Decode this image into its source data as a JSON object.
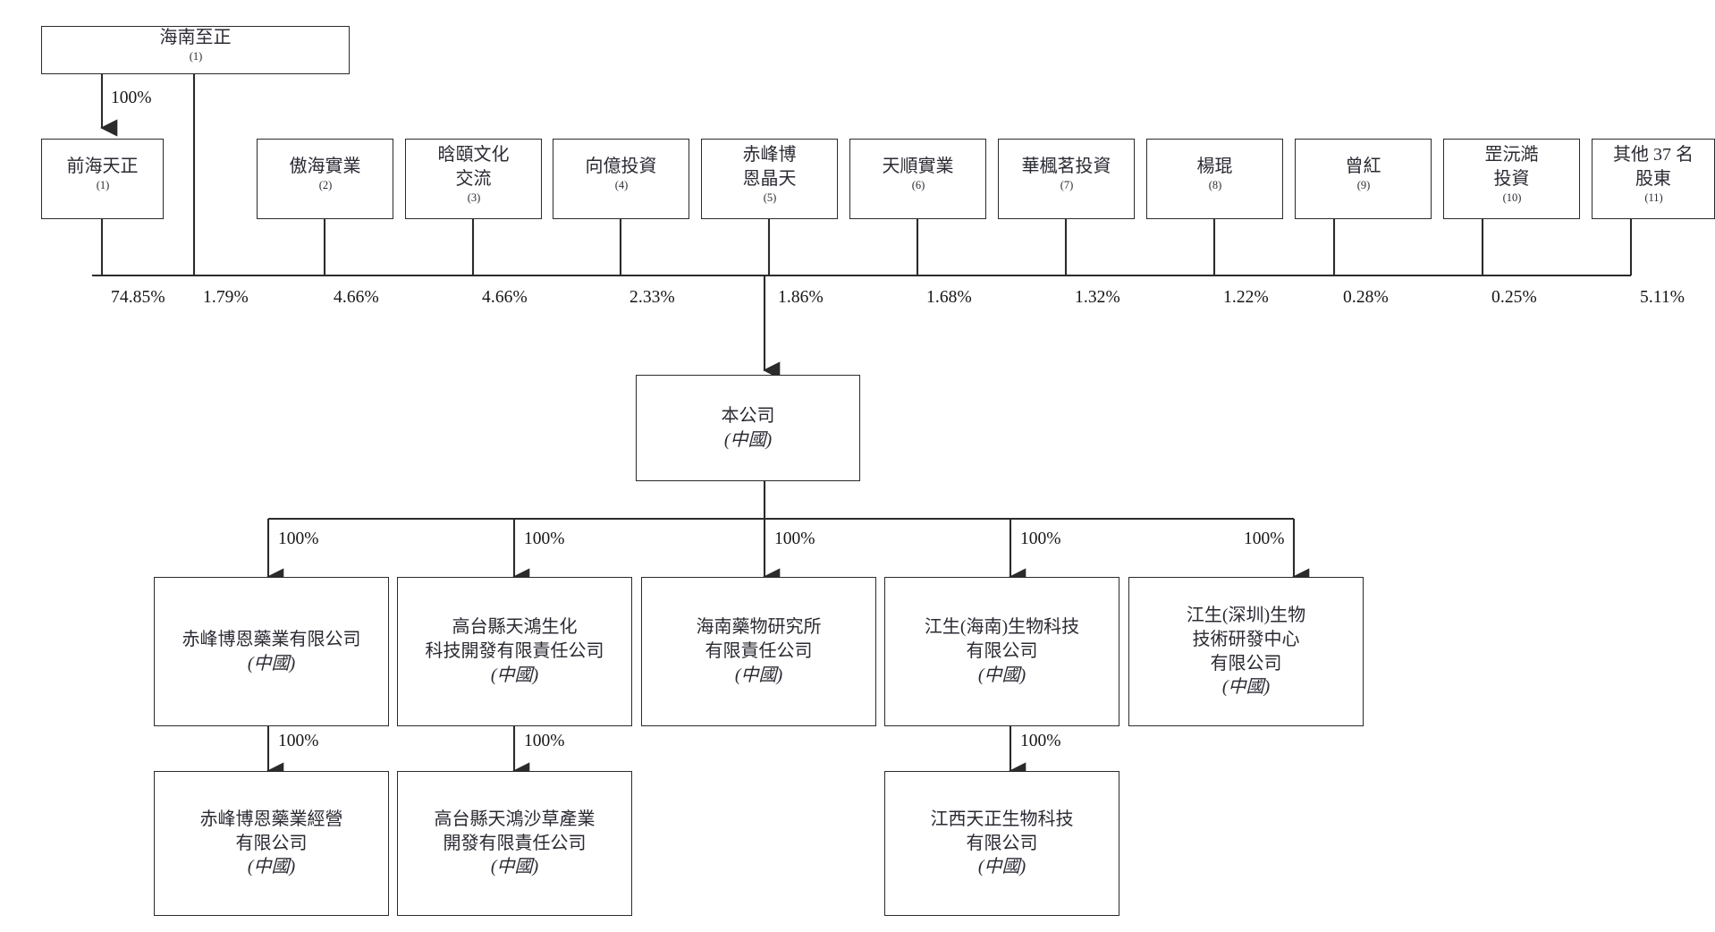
{
  "diagram": {
    "type": "corporate-shareholding-structure",
    "country_label": "(中國)",
    "root": {
      "id": "hainan-zhizheng",
      "name": "海南至正",
      "note": "(1)",
      "edge_to_qianhai": "100%"
    },
    "shareholders": [
      {
        "id": "qianhai-tianzheng",
        "name": "前海天正",
        "note": "(1)",
        "pct": "74.85%"
      },
      {
        "id": "hainan-zhizheng-direct",
        "name": "海南至正",
        "note": "(1)",
        "pct": "1.79%",
        "hidden_box": true
      },
      {
        "id": "aohai-shiye",
        "name": "傲海實業",
        "note": "(2)",
        "pct": "4.66%"
      },
      {
        "id": "hanyi-wenhua",
        "name": "晗頤文化\n交流",
        "note": "(3)",
        "pct": "4.66%"
      },
      {
        "id": "xiangyi-touzi",
        "name": "向億投資",
        "note": "(4)",
        "pct": "2.33%"
      },
      {
        "id": "chifeng-boen-jingtian",
        "name": "赤峰博\n恩晶天",
        "note": "(5)",
        "pct": "1.86%"
      },
      {
        "id": "tianshun-shiye",
        "name": "天順實業",
        "note": "(6)",
        "pct": "1.68%"
      },
      {
        "id": "huafengming-touzi",
        "name": "華楓茗投資",
        "note": "(7)",
        "pct": "1.32%"
      },
      {
        "id": "yang-kun",
        "name": "楊琨",
        "note": "(8)",
        "pct": "1.22%"
      },
      {
        "id": "zeng-hong",
        "name": "曾紅",
        "note": "(9)",
        "pct": "0.28%"
      },
      {
        "id": "zuiyuanhao-touzi",
        "name": "罡沅澔\n投資",
        "note": "(10)",
        "pct": "0.25%"
      },
      {
        "id": "other-37",
        "name": "其他 37 名\n股東",
        "note": "(11)",
        "pct": "5.11%"
      }
    ],
    "company": {
      "id": "ben-gongsi",
      "name": "本公司",
      "country": "(中國)"
    },
    "subsidiaries": [
      {
        "id": "chifeng-boen-pharma",
        "name": "赤峰博恩藥業有限公司",
        "country": "(中國)",
        "pct": "100%"
      },
      {
        "id": "gaotai-tianhong-bio",
        "name": "高台縣天鴻生化\n科技開發有限責任公司",
        "country": "(中國)",
        "pct": "100%"
      },
      {
        "id": "hainan-drug-inst",
        "name": "海南藥物研究所\n有限責任公司",
        "country": "(中國)",
        "pct": "100%"
      },
      {
        "id": "jiangsheng-hainan",
        "name": "江生(海南)生物科技\n有限公司",
        "country": "(中國)",
        "pct": "100%"
      },
      {
        "id": "jiangsheng-shenzhen",
        "name": "江生(深圳)生物\n技術研發中心\n有限公司",
        "country": "(中國)",
        "pct": "100%"
      }
    ],
    "sub_subsidiaries": [
      {
        "id": "chifeng-boen-operation",
        "parent": "chifeng-boen-pharma",
        "name": "赤峰博恩藥業經營\n有限公司",
        "country": "(中國)",
        "pct": "100%"
      },
      {
        "id": "gaotai-tianhong-shacao",
        "parent": "gaotai-tianhong-bio",
        "name": "高台縣天鴻沙草產業\n開發有限責任公司",
        "country": "(中國)",
        "pct": "100%"
      },
      {
        "id": "jiangxi-tianzheng-bio",
        "parent": "jiangsheng-hainan",
        "name": "江西天正生物科技\n有限公司",
        "country": "(中國)",
        "pct": "100%"
      }
    ],
    "colors": {
      "line": "#2b2b2b",
      "box_border": "#2b2b2b",
      "text": "#2a2a33",
      "background": "#ffffff"
    }
  }
}
